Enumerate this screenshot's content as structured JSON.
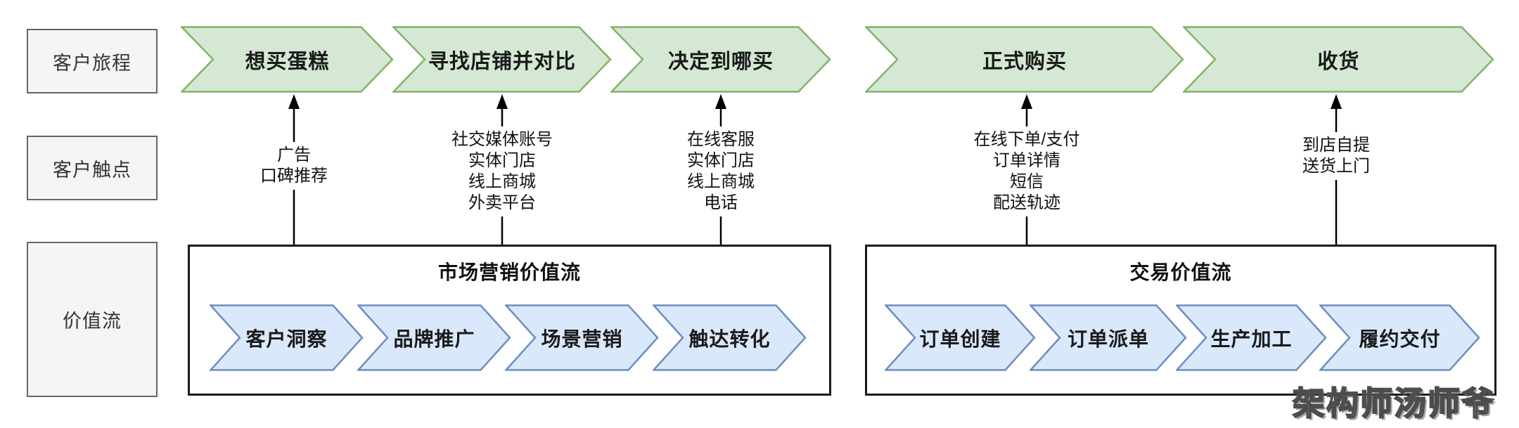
{
  "colors": {
    "journey_fill": "#d5e8d4",
    "journey_stroke": "#82b366",
    "step_fill": "#dae8fc",
    "step_stroke": "#6c8ebf",
    "label_box_fill": "#f5f5f5",
    "label_box_stroke": "#666666",
    "container_stroke": "#1a1a1a",
    "arrow_color": "#000000"
  },
  "row_labels": {
    "journey": "客户旅程",
    "touchpoints": "客户触点",
    "value_stream": "价值流"
  },
  "journey_stages": [
    {
      "label": "想买蛋糕"
    },
    {
      "label": "寻找店铺并对比"
    },
    {
      "label": "决定到哪买"
    },
    {
      "label": "正式购买"
    },
    {
      "label": "收货"
    }
  ],
  "touchpoint_columns": [
    {
      "lines": "广告\n口碑推荐"
    },
    {
      "lines": "社交媒体账号\n实体门店\n线上商城\n外卖平台"
    },
    {
      "lines": "在线客服\n实体门店\n线上商城\n电话"
    },
    {
      "lines": "在线下单/支付\n订单详情\n短信\n配送轨迹"
    },
    {
      "lines": "到店自提\n送货上门"
    }
  ],
  "value_streams": [
    {
      "title": "市场营销价值流",
      "steps": [
        "客户洞察",
        "品牌推广",
        "场景营销",
        "触达转化"
      ]
    },
    {
      "title": "交易价值流",
      "steps": [
        "订单创建",
        "订单派单",
        "生产加工",
        "履约交付"
      ]
    }
  ],
  "watermark": "架构师汤师爷"
}
